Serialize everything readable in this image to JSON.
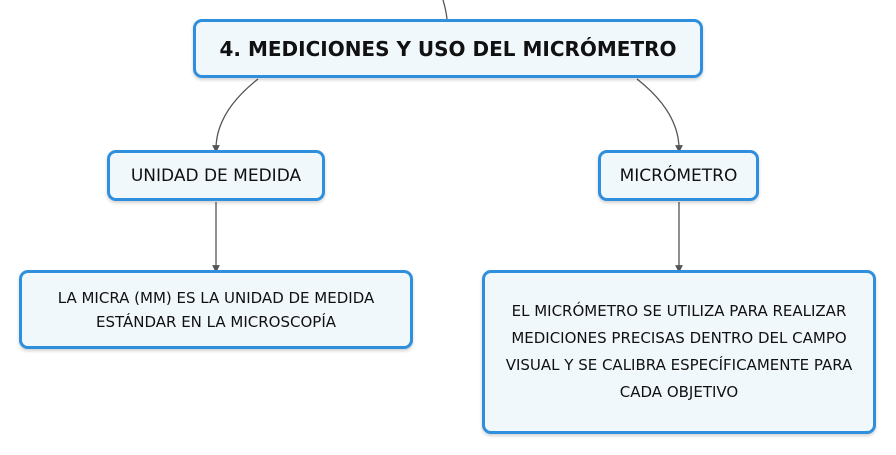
{
  "diagram": {
    "root": {
      "label": "4. MEDICIONES Y USO DEL MICRÓMETRO"
    },
    "branches": [
      {
        "label": "UNIDAD DE MEDIDA",
        "child": "LA MICRA (MM) ES LA UNIDAD DE MEDIDA ESTÁNDAR EN LA MICROSCOPÍA"
      },
      {
        "label": "MICRÓMETRO",
        "child": "EL MICRÓMETRO SE UTILIZA PARA REALIZAR MEDICIONES PRECISAS DENTRO DEL CAMPO VISUAL Y SE CALIBRA ESPECÍFICAMENTE PARA CADA OBJETIVO"
      }
    ]
  },
  "colors": {
    "node_border": "#2f8fdc",
    "node_fill": "#f1f8fc",
    "connector": "#555555"
  }
}
